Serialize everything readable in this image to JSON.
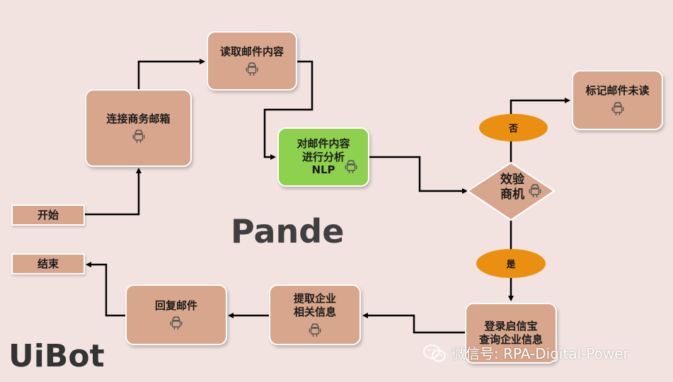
{
  "nodes": {
    "start": "开始",
    "connect_mailbox": "连接商务邮箱",
    "read_mail": "读取邮件内容",
    "analyze": [
      "对邮件内容",
      "进行分析",
      "NLP"
    ],
    "validate": [
      "效验",
      "商机"
    ],
    "mark_unread": "标记邮件未读",
    "login": [
      "登录启信宝",
      "查询企业信息"
    ],
    "extract": [
      "提取企业",
      "相关信息"
    ],
    "reply": "回复邮件",
    "end": "结束"
  },
  "branches": {
    "no": "否",
    "yes": "是"
  },
  "brand": {
    "pande": "Pande",
    "uibot": "UiBot"
  },
  "watermark": {
    "text": "微信号: RPA-Digital-Power"
  },
  "icons": {
    "step_icon": "android-robot-icon",
    "watermark_icon": "wechat-icon"
  },
  "colors": {
    "background": "#f2e3e0",
    "node_fill": "#d8a68c",
    "nlp_fill": "#8ed14e",
    "branch_fill": "#ea8f0f",
    "connector": "#000000"
  }
}
